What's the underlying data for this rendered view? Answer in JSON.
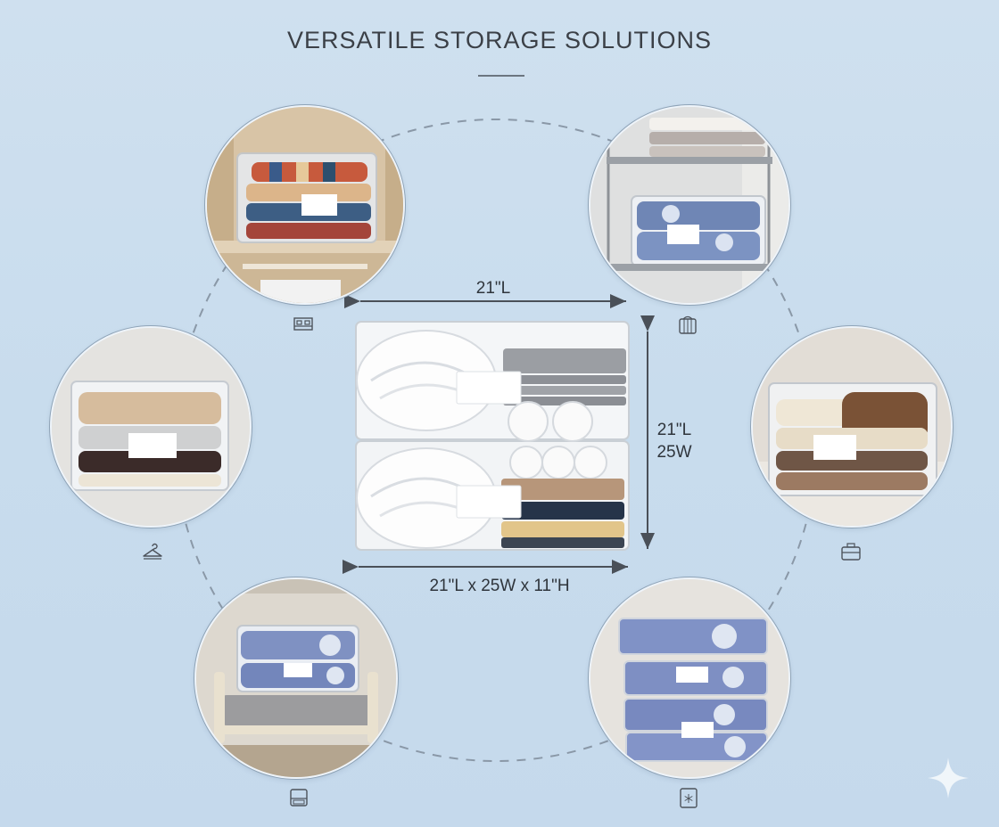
{
  "title": "VERSATILE STORAGE SOLUTIONS",
  "dimensions": {
    "top": "21\"L",
    "side_line1": "21\"L",
    "side_line2": "25W",
    "bottom": "21\"L x 25W x 11\"H"
  },
  "icons": [
    "bed-icon",
    "crib-icon",
    "hanger-icon",
    "suitcase-icon",
    "under-bed-icon",
    "freezer-icon",
    "sparkle-icon"
  ],
  "colors": {
    "background": "#c9dcee",
    "accent": "#3b4047"
  }
}
